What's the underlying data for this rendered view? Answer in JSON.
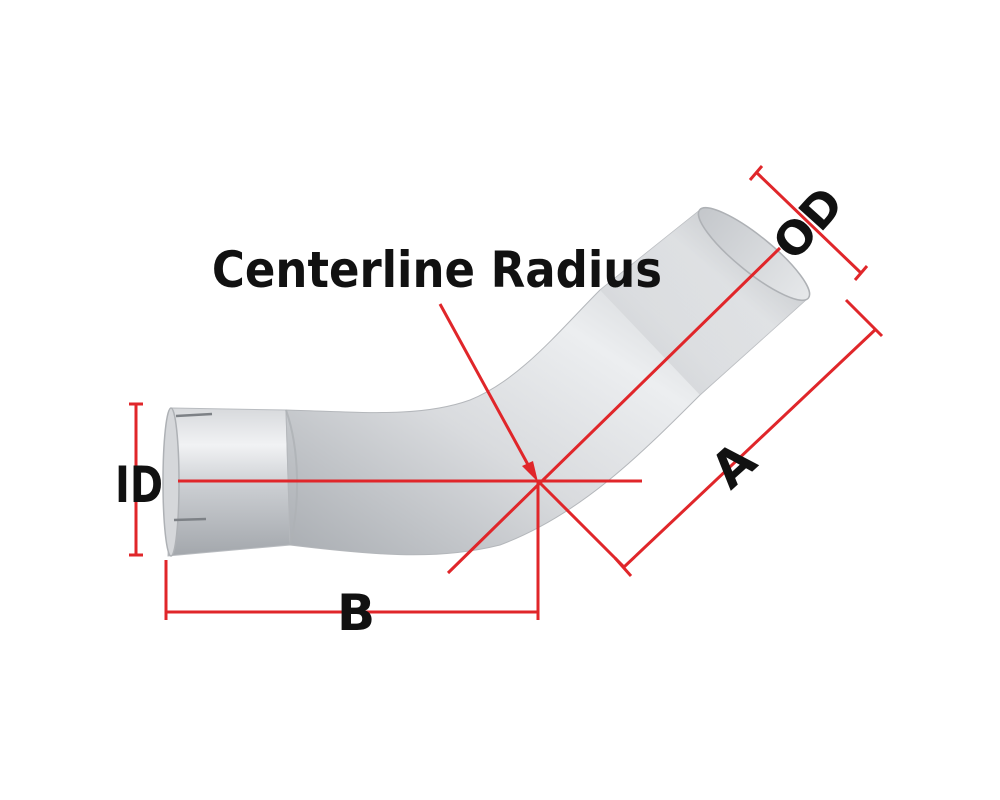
{
  "labels": {
    "centerline_radius": "Centerline Radius",
    "od": "OD",
    "id": "ID",
    "a": "A",
    "b": "B"
  },
  "colors": {
    "dimension_line": "#e0262a",
    "text": "#111111",
    "pipe_light": "#eef0f2",
    "pipe_mid": "#c9ccd0",
    "pipe_dark": "#9ea2a7"
  }
}
